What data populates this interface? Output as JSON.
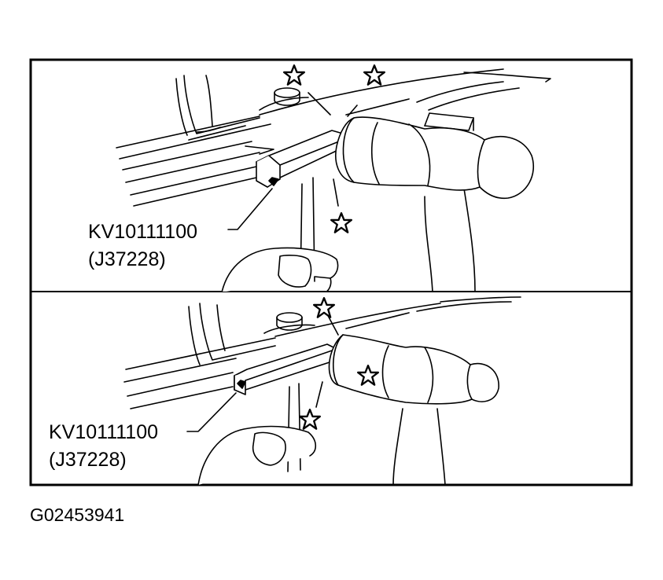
{
  "top_panel": {
    "tool_code": "KV10111100",
    "tool_alt_code": "(J37228)"
  },
  "bottom_panel": {
    "tool_code": "KV10111100",
    "tool_alt_code": "(J37228)"
  },
  "figure_id": "G02453941",
  "colors": {
    "ink": "#000000",
    "paper": "#ffffff"
  }
}
